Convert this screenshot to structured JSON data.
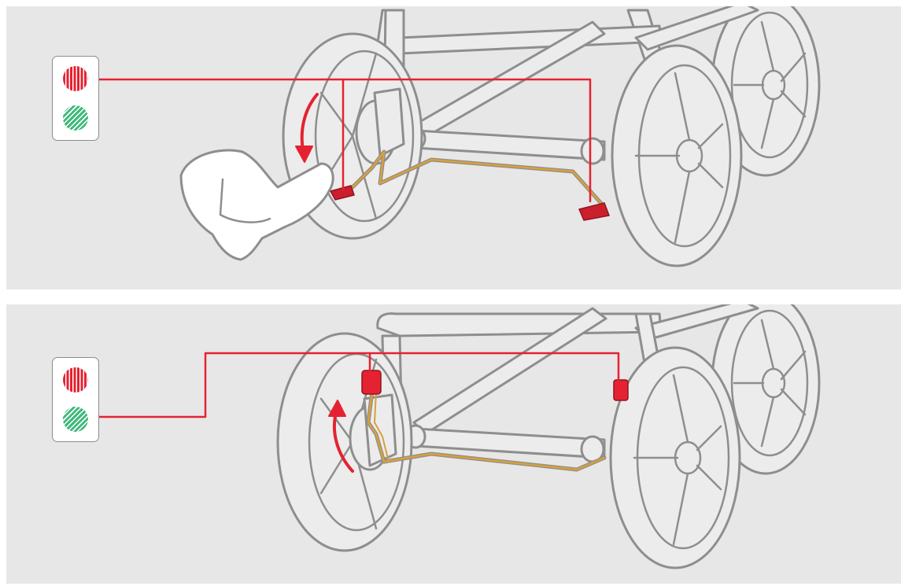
{
  "colors": {
    "panel_bg": "#e7e7e7",
    "frame_fill": "#ececec",
    "frame_stroke": "#8e8e8e",
    "signal_red": "#e52232",
    "signal_green": "#3fb97a",
    "brake_cable": "#d9a03a",
    "brake_pedal": "#cc1f2d"
  },
  "steps": [
    {
      "action": "press-pedal-down",
      "status_shown": "red",
      "arrow_direction": "down",
      "foot_shown": true
    },
    {
      "action": "lift-pedal-up",
      "status_shown": "green",
      "arrow_direction": "up",
      "foot_shown": false
    }
  ]
}
